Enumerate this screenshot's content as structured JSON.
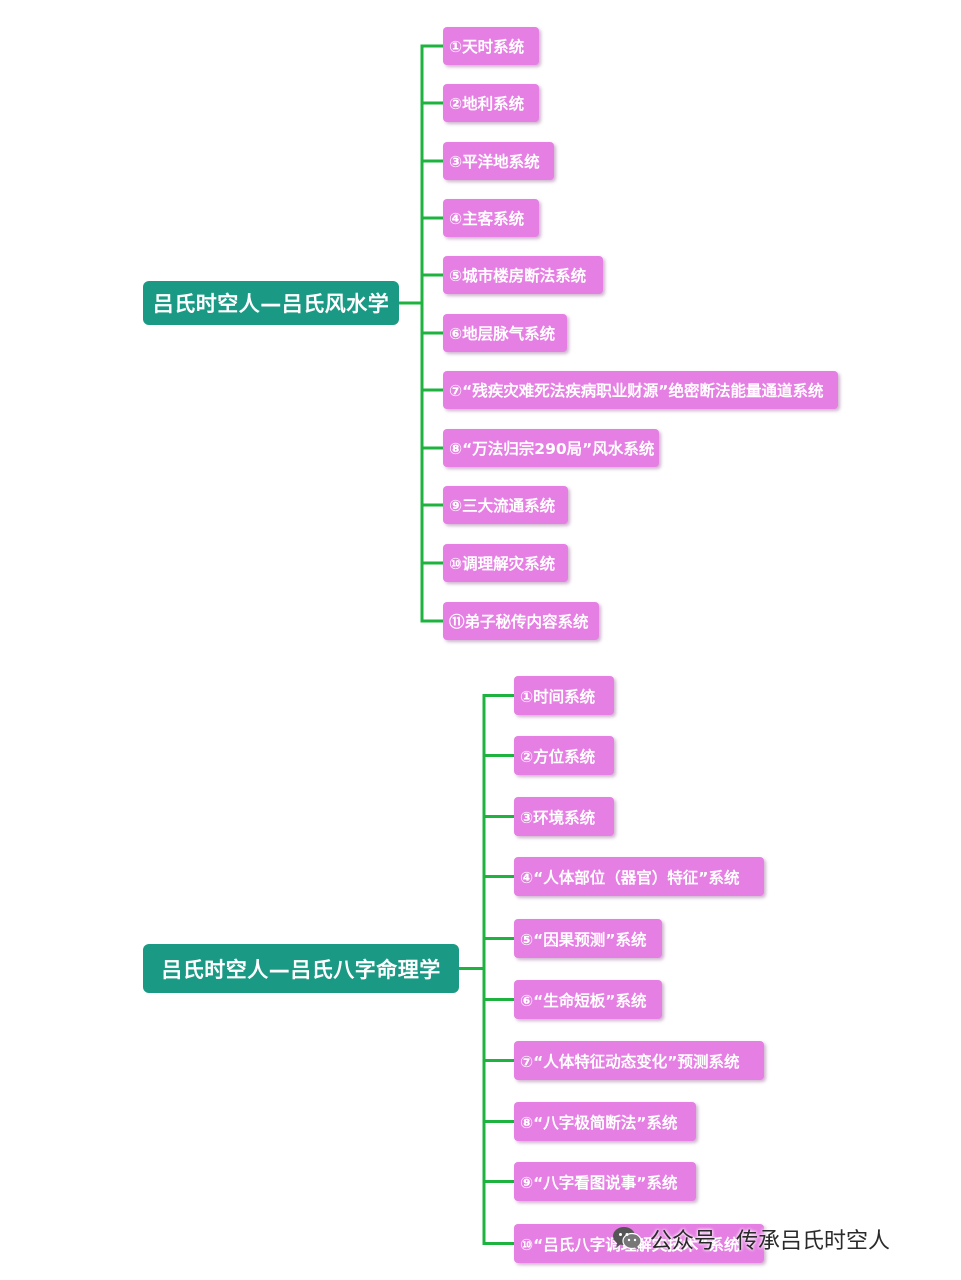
{
  "colors": {
    "root_fill": "#1a9a84",
    "leaf_fill": "#e57fe3",
    "connector": "#1db33e",
    "text": "#ffffff"
  },
  "trees": [
    {
      "root": "吕氏时空人—吕氏风水学",
      "children": [
        "①天时系统",
        "②地利系统",
        "③平洋地系统",
        "④主客系统",
        "⑤城市楼房断法系统",
        "⑥地层脉气系统",
        "⑦“残疾灾难死法疾病职业财源”绝密断法能量通道系统",
        "⑧“万法归宗290局”风水系统",
        "⑨三大流通系统",
        "⑩调理解灾系统",
        "⑪弟子秘传内容系统"
      ]
    },
    {
      "root": "吕氏时空人—吕氏八字命理学",
      "children": [
        "①时间系统",
        "②方位系统",
        "③环境系统",
        "④“人体部位（器官）特征”系统",
        "⑤“因果预测”系统",
        "⑥“生命短板”系统",
        "⑦“人体特征动态变化”预测系统",
        "⑧“八字极简断法”系统",
        "⑨“八字看图说事”系统",
        "⑩“吕氏八字调理解灾技术”系统"
      ]
    }
  ],
  "watermark": {
    "icon": "wechat-icon",
    "account_label": "公众号",
    "account_name": "传承吕氏时空人"
  }
}
